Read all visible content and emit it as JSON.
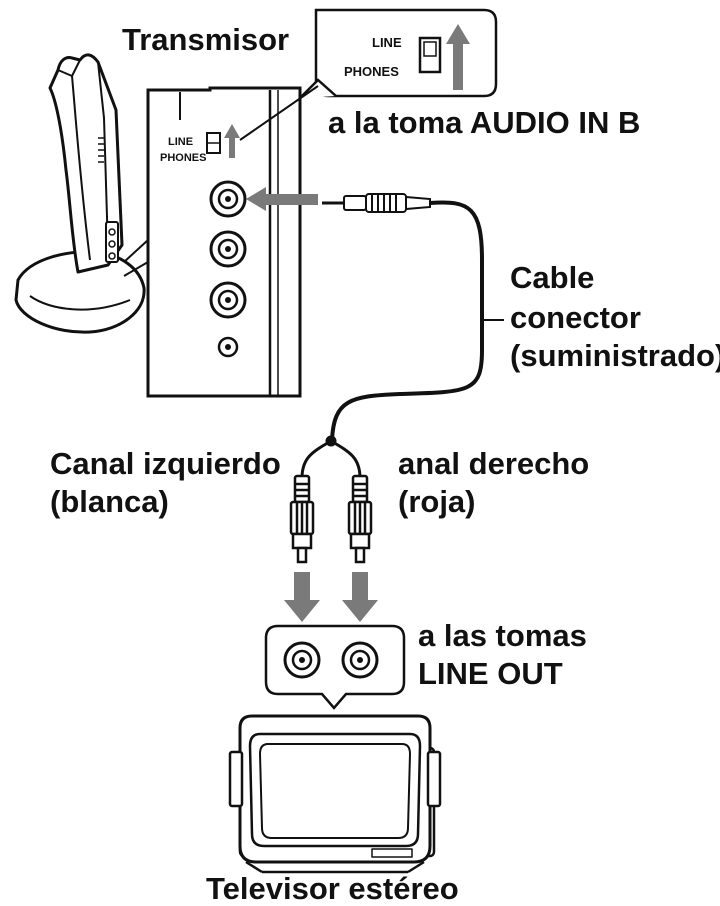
{
  "labels": {
    "transmitter": "Transmisor",
    "to_audio_in_b": "a la toma AUDIO IN B",
    "cable_line1": "Cable",
    "cable_line2": "conector",
    "cable_line3": "(suministrado)",
    "left_channel_line1": "Canal izquierdo",
    "left_channel_line2": "(blanca)",
    "right_channel_line1": "anal derecho",
    "right_channel_line2": "(roja)",
    "to_line_out_line1": "a las tomas",
    "to_line_out_line2": "LINE OUT",
    "tv": "Televisor estéreo"
  },
  "switch": {
    "line": "LINE",
    "phones": "PHONES"
  },
  "colors": {
    "ink": "#111111",
    "arrow_gray": "#7a7a7a",
    "device_fill": "#ffffff"
  }
}
